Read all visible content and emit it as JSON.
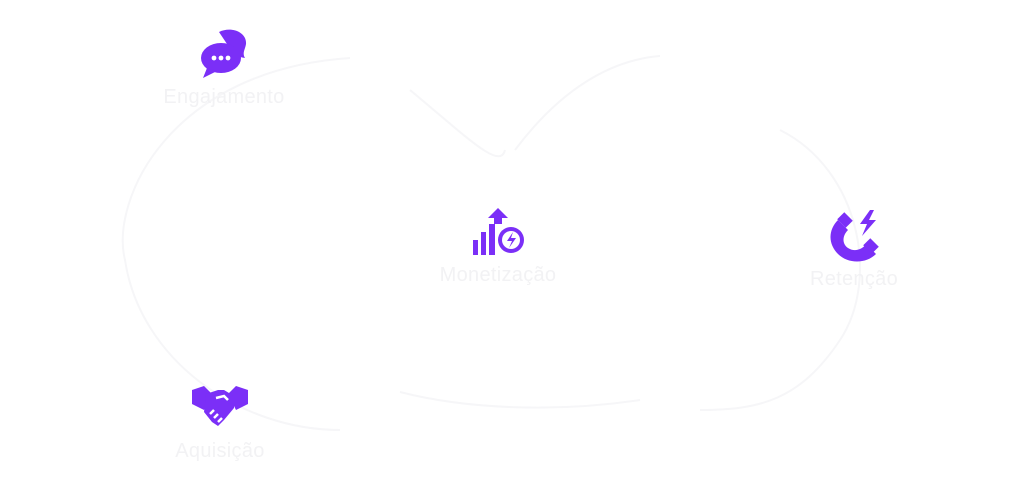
{
  "colors": {
    "accent": "#7b2ff7",
    "label": "#f2f2f4",
    "ring": "#f6f6f8"
  },
  "nodes": [
    {
      "label": "Engajamento",
      "icon": "chat-bubbles-icon"
    },
    {
      "label": "Monetização",
      "icon": "growth-coin-icon"
    },
    {
      "label": "Retenção",
      "icon": "magnet-icon"
    },
    {
      "label": "Aquisição",
      "icon": "handshake-icon"
    }
  ]
}
